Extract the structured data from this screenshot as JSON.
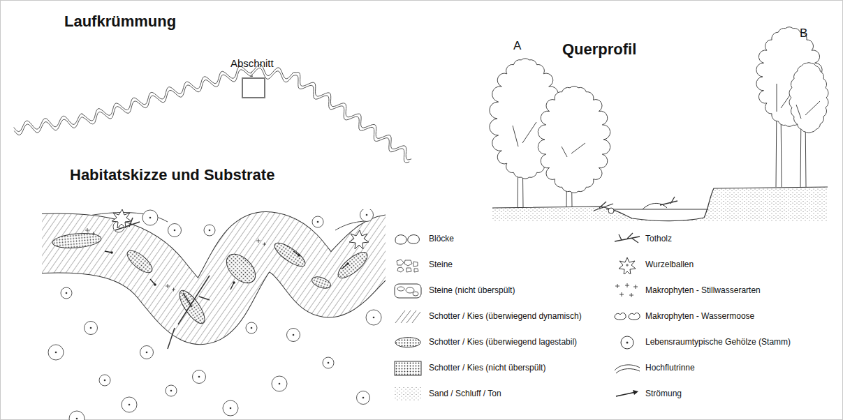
{
  "diagram": {
    "labels": [
      "Laufkrümmung",
      "Abschnitt",
      "Querprofil",
      "A",
      "B",
      "Habitatskizze und Substrate"
    ],
    "legend": [
      {
        "text": "Blöcke"
      },
      {
        "text": "Steine"
      },
      {
        "text": "Steine (nicht überspült)"
      },
      {
        "text": "Schotter / Kies (überwiegend dynamisch)"
      },
      {
        "text": "Schotter / Kies (überwiegend lagestabil)"
      },
      {
        "text": "Schotter / Kies (nicht überspült)"
      },
      {
        "text": "Sand / Schluff / Ton"
      },
      {
        "text": "Totholz"
      },
      {
        "text": "Wurzelballen"
      },
      {
        "text": "Makrophyten - Stillwasserarten"
      },
      {
        "text": "Makrophyten - Wassermoose"
      },
      {
        "text": "Lebensraumtypische Gehölze (Stamm)"
      },
      {
        "text": "Hochflutrinne"
      },
      {
        "text": "Strömung"
      }
    ]
  }
}
